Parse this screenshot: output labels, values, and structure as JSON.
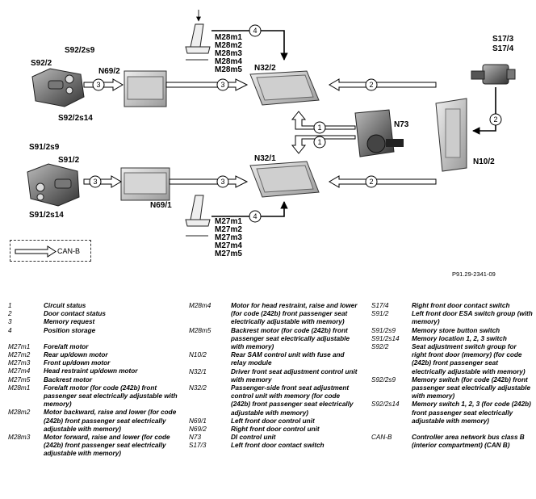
{
  "diagram": {
    "labels": {
      "s92_2": "S92/2",
      "s92_2s9": "S92/2s9",
      "s92_2s14": "S92/2s14",
      "s91_2s9": "S91/2s9",
      "s91_2": "S91/2",
      "s91_2s14": "S91/2s14",
      "n69_2": "N69/2",
      "n69_1": "N69/1",
      "n32_2": "N32/2",
      "n32_1": "N32/1",
      "n73": "N73",
      "n10_2": "N10/2",
      "s17_3": "S17/3",
      "s17_4": "S17/4",
      "m28": [
        "M28m1",
        "M28m2",
        "M28m3",
        "M28m4",
        "M28m5"
      ],
      "m27": [
        "M27m1",
        "M27m2",
        "M27m3",
        "M27m4",
        "M27m5"
      ]
    },
    "circle_numbers": {
      "c4_top": "4",
      "c3_a": "3",
      "c3_b": "3",
      "c2_top": "2",
      "c2_right": "2",
      "c1_a": "1",
      "c1_b": "1",
      "c3_c": "3",
      "c3_d": "3",
      "c2_bottom": "2",
      "c4_bottom": "4"
    },
    "legend_label": "CAN-B",
    "figure_ref": "P91.29-2341-09"
  },
  "legend": {
    "col1": [
      {
        "k": "1",
        "v": "Circuit status"
      },
      {
        "k": "2",
        "v": "Door contact status"
      },
      {
        "k": "3",
        "v": "Memory request"
      },
      {
        "k": "4",
        "v": "Position storage"
      },
      {
        "k": "",
        "v": ""
      },
      {
        "k": "M27m1",
        "v": "Fore/aft motor"
      },
      {
        "k": "M27m2",
        "v": "Rear up/down motor"
      },
      {
        "k": "M27m3",
        "v": "Front up/down motor"
      },
      {
        "k": "M27m4",
        "v": "Head restraint up/down motor"
      },
      {
        "k": "M27m5",
        "v": "Backrest motor"
      },
      {
        "k": "M28m1",
        "v": "Fore/aft motor (for code (242b) front passenger seat electrically adjustable with memory)"
      },
      {
        "k": "M28m2",
        "v": "Motor backward, raise and lower (for code (242b) front passenger seat electrically adjustable with memory)"
      },
      {
        "k": "M28m3",
        "v": "Motor forward, raise and lower (for code (242b) front passenger seat electrically adjustable with memory)"
      }
    ],
    "col2": [
      {
        "k": "M28m4",
        "v": "Motor for head restraint, raise and lower (for code (242b) front passenger seat electrically adjustable with memory)"
      },
      {
        "k": "M28m5",
        "v": "Backrest motor (for code (242b) front passenger seat electrically adjustable with memory)"
      },
      {
        "k": "N10/2",
        "v": "Rear SAM control unit with fuse and relay module"
      },
      {
        "k": "N32/1",
        "v": "Driver front seat adjustment control unit with memory"
      },
      {
        "k": "N32/2",
        "v": "Passenger-side front seat adjustment control unit with memory (for code (242b) front passenger seat electrically adjustable with memory)"
      },
      {
        "k": "N69/1",
        "v": "Left front door control unit"
      },
      {
        "k": "N69/2",
        "v": "Right front door control unit"
      },
      {
        "k": "N73",
        "v": "DI control unit"
      },
      {
        "k": "S17/3",
        "v": "Left front door contact switch"
      }
    ],
    "col3": [
      {
        "k": "S17/4",
        "v": "Right front door contact switch"
      },
      {
        "k": "S91/2",
        "v": "Left front door ESA switch group (with memory)"
      },
      {
        "k": "S91/2s9",
        "v": "Memory store button switch"
      },
      {
        "k": "S91/2s14",
        "v": "Memory location 1, 2, 3 switch"
      },
      {
        "k": "S92/2",
        "v": "Seat adjustment switch group for right front door (memory) (for code (242b) front passenger seat electrically adjustable with memory)"
      },
      {
        "k": "S92/2s9",
        "v": "Memory switch (for code (242b) front passenger seat electrically adjustable with memory)"
      },
      {
        "k": "S92/2s14",
        "v": "Memory switch 1, 2, 3 (for code (242b) front passenger seat electrically adjustable with memory)"
      },
      {
        "k": "",
        "v": ""
      },
      {
        "k": "CAN-B",
        "v": "Controller area network bus class B (interior compartment) (CAN B)"
      }
    ]
  }
}
